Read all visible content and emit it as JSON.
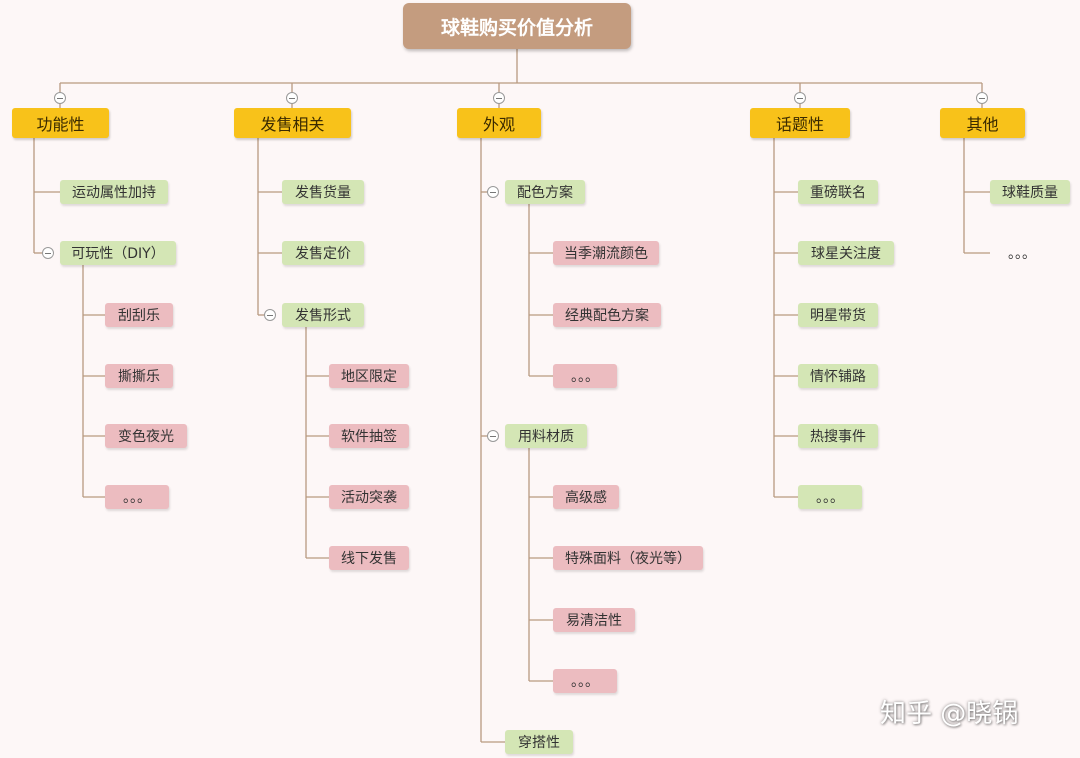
{
  "title": "球鞋购买价值分析",
  "categories": [
    {
      "label": "功能性",
      "children": [
        {
          "label": "运动属性加持",
          "children": []
        },
        {
          "label": "可玩性（DIY）",
          "children": [
            {
              "label": "刮刮乐"
            },
            {
              "label": "撕撕乐"
            },
            {
              "label": "变色夜光"
            },
            {
              "label": "。。。"
            }
          ]
        }
      ]
    },
    {
      "label": "发售相关",
      "children": [
        {
          "label": "发售货量",
          "children": []
        },
        {
          "label": "发售定价",
          "children": []
        },
        {
          "label": "发售形式",
          "children": [
            {
              "label": "地区限定"
            },
            {
              "label": "软件抽签"
            },
            {
              "label": "活动突袭"
            },
            {
              "label": "线下发售"
            }
          ]
        }
      ]
    },
    {
      "label": "外观",
      "children": [
        {
          "label": "配色方案",
          "children": [
            {
              "label": "当季潮流颜色"
            },
            {
              "label": "经典配色方案"
            },
            {
              "label": "。。。"
            }
          ]
        },
        {
          "label": "用料材质",
          "children": [
            {
              "label": "高级感"
            },
            {
              "label": "特殊面料（夜光等）"
            },
            {
              "label": "易清洁性"
            },
            {
              "label": "。。。"
            }
          ]
        },
        {
          "label": "穿搭性",
          "children": []
        }
      ]
    },
    {
      "label": "话题性",
      "children": [
        {
          "label": "重磅联名",
          "children": []
        },
        {
          "label": "球星关注度",
          "children": []
        },
        {
          "label": "明星带货",
          "children": []
        },
        {
          "label": "情怀铺路",
          "children": []
        },
        {
          "label": "热搜事件",
          "children": []
        },
        {
          "label": "。。。",
          "children": []
        }
      ]
    },
    {
      "label": "其他",
      "children": [
        {
          "label": "球鞋质量",
          "children": []
        },
        {
          "label": "。。。",
          "children": []
        }
      ]
    }
  ],
  "watermark": "知乎 @晓锅",
  "colors": {
    "root": "#c49c7f",
    "category": "#f8c21a",
    "level2": "#d4e6b5",
    "level3": "#ecbcc0",
    "connector": "#b89a80"
  }
}
